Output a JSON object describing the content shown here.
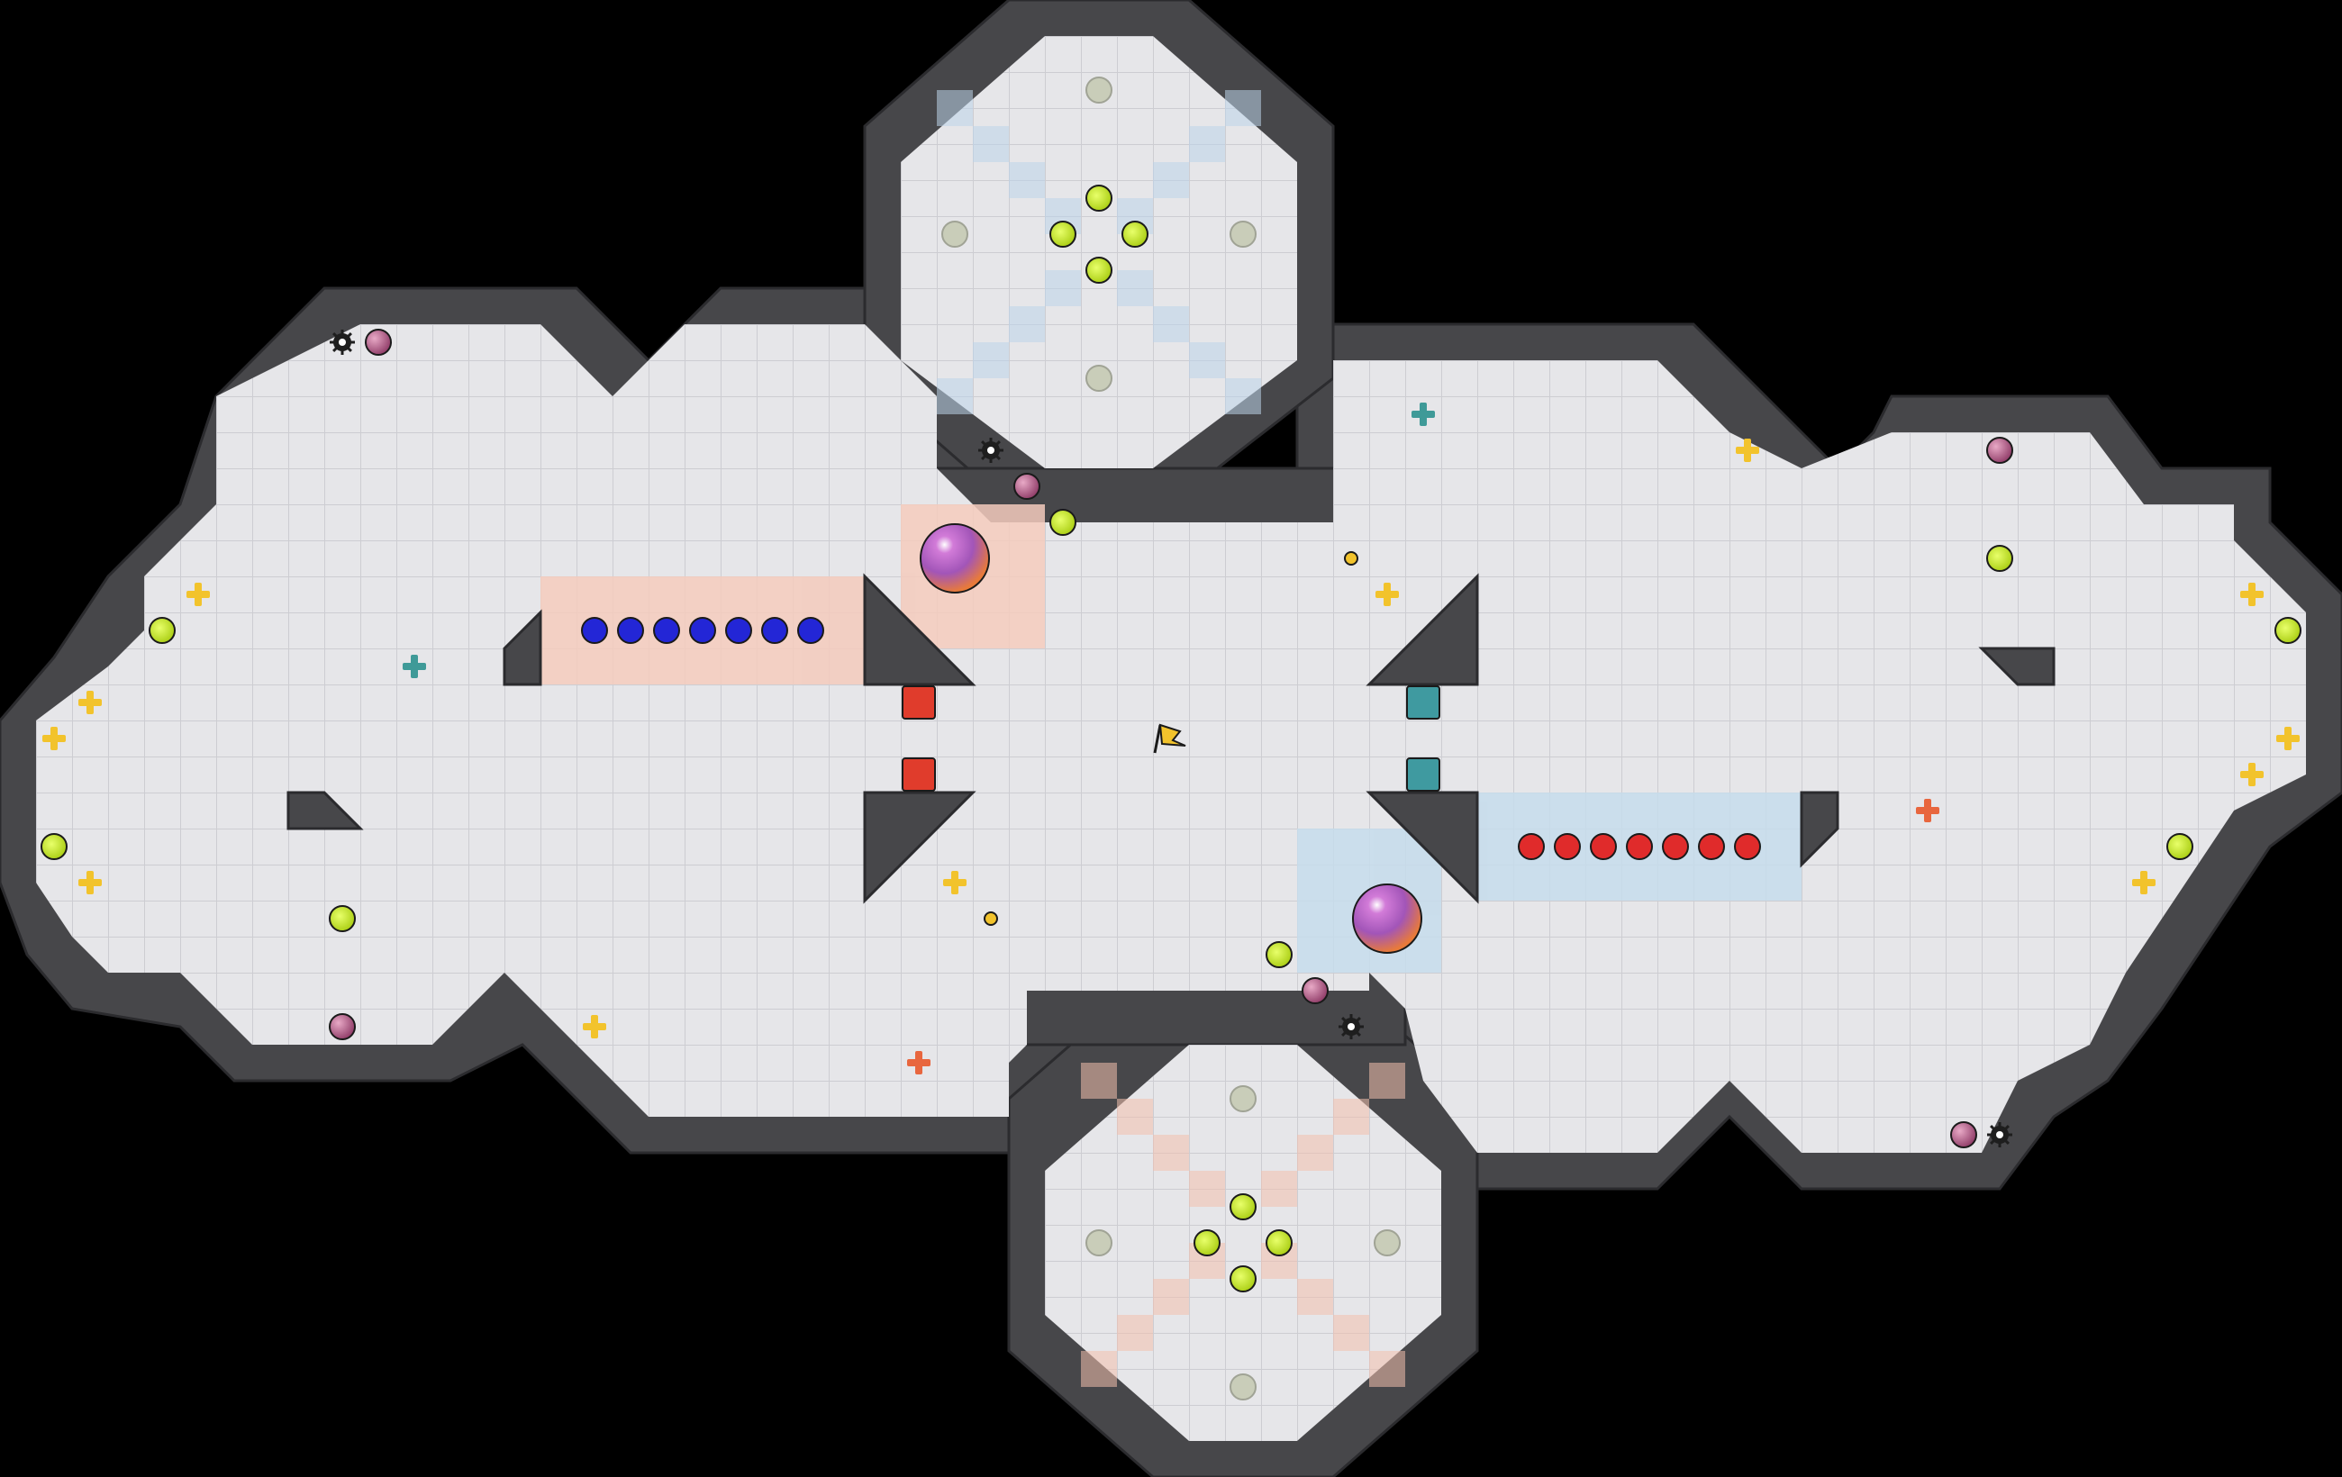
{
  "game": {
    "type": "top-down arena map",
    "theme": {
      "background": "#000000",
      "wall": "#47474a",
      "wall_edge": "#2b2b2e",
      "floor": "#e5e5e8",
      "floor_grid": "#cfcfd3",
      "red_team_zone": "#f5cbbd",
      "blue_team_zone": "#c6dcec",
      "red_team_balls": "#e02b2b",
      "blue_team_balls": "#2326d6",
      "boost_yellow": "#f2c32c",
      "boost_teal": "#3f9a98",
      "boost_orange": "#e8663e",
      "spike_dark": "#1e1e1e",
      "powerup": "#c8ee20",
      "bomb": "#b04a78",
      "big_ball": "#9a4dc0"
    },
    "teams": {
      "red": {
        "base": "left",
        "ball_count": 7,
        "gate_count": 2
      },
      "blue": {
        "base": "right",
        "ball_count": 7,
        "gate_count": 2
      }
    },
    "icons": [
      "flag-icon",
      "spike-icon",
      "bomb-icon",
      "powerup-icon",
      "boost-icon",
      "team-ball-icon",
      "gate-icon",
      "portal-icon"
    ]
  }
}
